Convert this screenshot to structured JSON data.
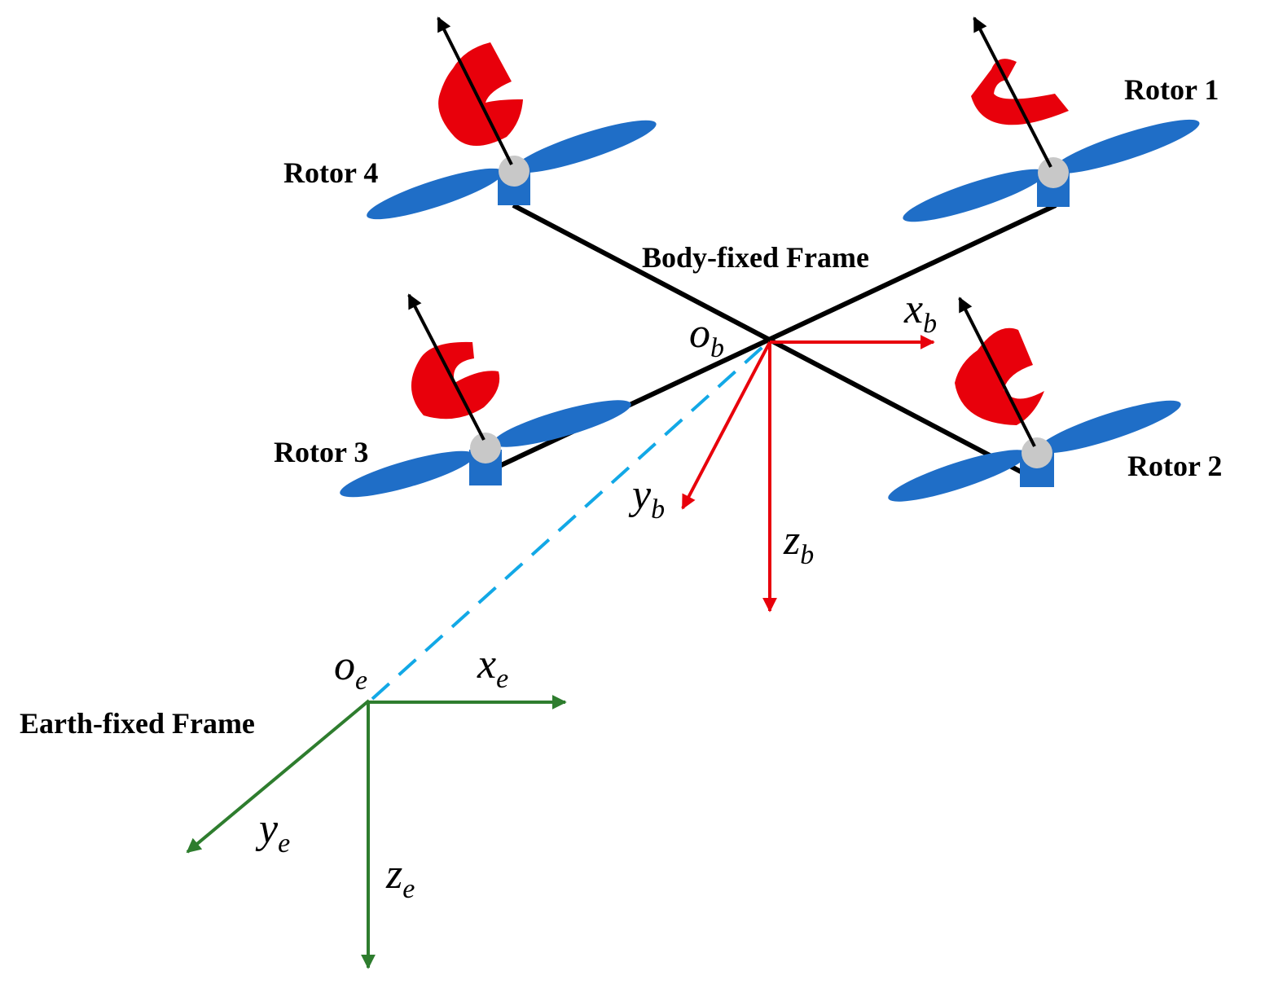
{
  "labels": {
    "body_frame": "Body-fixed Frame",
    "earth_frame": "Earth-fixed Frame",
    "rotor1": "Rotor 1",
    "rotor2": "Rotor 2",
    "rotor3": "Rotor 3",
    "rotor4": "Rotor 4"
  },
  "axes": {
    "o_b": {
      "base": "o",
      "sub": "b"
    },
    "x_b": {
      "base": "x",
      "sub": "b"
    },
    "y_b": {
      "base": "y",
      "sub": "b"
    },
    "z_b": {
      "base": "z",
      "sub": "b"
    },
    "o_e": {
      "base": "o",
      "sub": "e"
    },
    "x_e": {
      "base": "x",
      "sub": "e"
    },
    "y_e": {
      "base": "y",
      "sub": "e"
    },
    "z_e": {
      "base": "z",
      "sub": "e"
    }
  },
  "colors": {
    "arm": "#000000",
    "propeller": "#1f6ec7",
    "motor_base": "#1f6ec7",
    "hub": "#c8c8c8",
    "spin_indicator": "#e8000b",
    "body_axes": "#e8000b",
    "earth_axes": "#2e7d2e",
    "position_vector": "#12a8e6"
  }
}
